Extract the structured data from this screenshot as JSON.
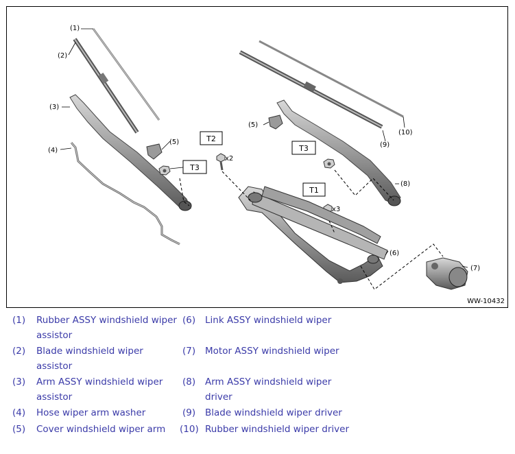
{
  "figure": {
    "id": "WW-10432",
    "callouts": {
      "c1": "(1)",
      "c2": "(2)",
      "c3": "(3)",
      "c4": "(4)",
      "c5a": "(5)",
      "c5b": "(5)",
      "c6": "(6)",
      "c7": "(7)",
      "c8": "(8)",
      "c9": "(9)",
      "c10": "(10)"
    },
    "torque_boxes": {
      "t1": "T1",
      "t2": "T2",
      "t3a": "T3",
      "t3b": "T3"
    },
    "quantities": {
      "q2": "x2",
      "q3": "x3"
    }
  },
  "legend": {
    "left": [
      {
        "num": "(1)",
        "text": "Rubber ASSY windshield wiper assistor"
      },
      {
        "num": "(2)",
        "text": "Blade windshield wiper assistor"
      },
      {
        "num": "(3)",
        "text": "Arm ASSY windshield wiper assistor"
      },
      {
        "num": "(4)",
        "text": "Hose wiper arm washer"
      },
      {
        "num": "(5)",
        "text": "Cover windshield wiper arm"
      }
    ],
    "right": [
      {
        "num": "(6)",
        "text": "Link ASSY windshield wiper"
      },
      {
        "num": "(7)",
        "text": "Motor ASSY windshield wiper"
      },
      {
        "num": "(8)",
        "text": "Arm ASSY windshield wiper driver"
      },
      {
        "num": "(9)",
        "text": "Blade windshield wiper driver"
      },
      {
        "num": "(10)",
        "text": "Rubber windshield wiper driver"
      }
    ]
  }
}
